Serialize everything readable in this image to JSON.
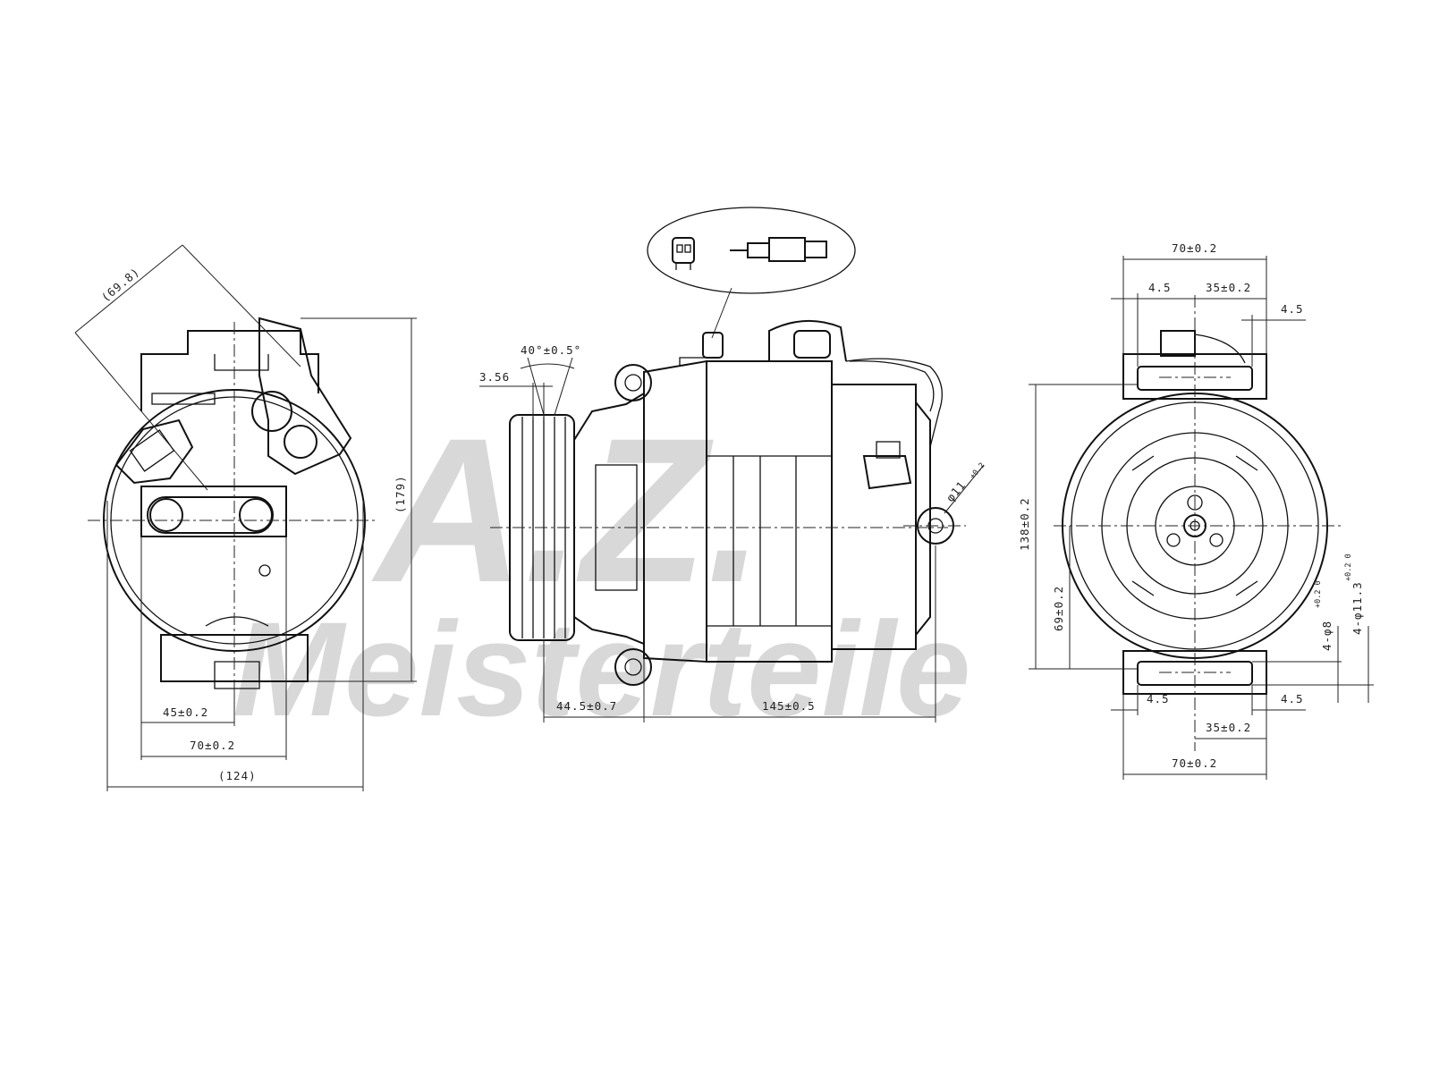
{
  "watermark": {
    "brand_top": "A.Z.",
    "brand_bottom": "Meisterteile"
  },
  "left_view": {
    "dim_diagonal": "(69.8)",
    "dim_height": "(179)",
    "dim_45": "45±0.2",
    "dim_70": "70±0.2",
    "dim_width": "(124)"
  },
  "center_view": {
    "dim_angle": "40°±0.5°",
    "dim_356": "3.56",
    "dim_445": "44.5±0.7",
    "dim_145": "145±0.5",
    "dim_hole": "φ11",
    "dim_hole_tol": "+0.2"
  },
  "right_view": {
    "dim_top_70": "70±0.2",
    "dim_top_45": "4.5",
    "dim_top_35": "35±0.2",
    "dim_top_45b": "4.5",
    "dim_138": "138±0.2",
    "dim_69": "69±0.2",
    "dim_hole8": "4-φ8",
    "dim_hole8_tol": "+0.2 0",
    "dim_hole113": "4-φ11.3",
    "dim_hole113_tol": "+0.2 0",
    "dim_bot_45": "4.5",
    "dim_bot_45b": "4.5",
    "dim_bot_35": "35±0.2",
    "dim_bot_70": "70±0.2"
  }
}
